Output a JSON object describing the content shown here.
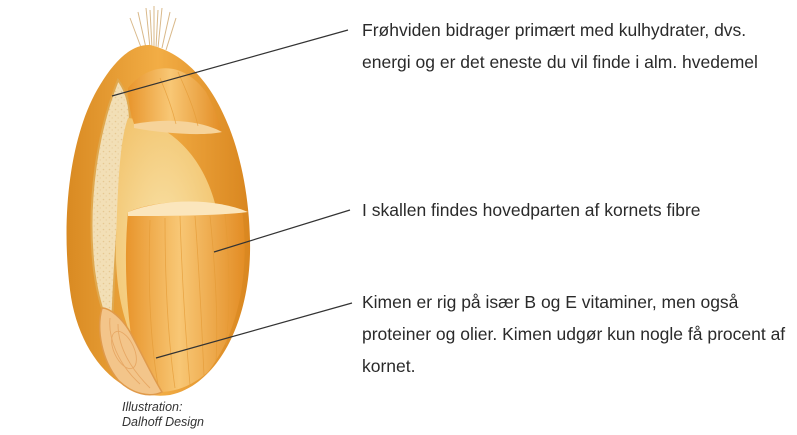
{
  "labels": {
    "endosperm": "Frøhviden bidrager primært med kulhydrater, dvs. energi og er det eneste du vil finde i alm. hvedemel",
    "bran": "I skallen findes hovedparten af kornets fibre",
    "germ": "Kimen er rig på især B og E vitaminer, men også proteiner og olier. Kimen udgør kun nogle få procent af kornet."
  },
  "credit": {
    "line1": "Illustration:",
    "line2": "Dalhoff Design"
  },
  "colors": {
    "leader_line": "#333333",
    "text": "#2a2a2a",
    "kernel_shell": "#e99a2e",
    "kernel_inner": "#f6ce86",
    "endosperm": "#f3dfb7",
    "germ": "#f0b978"
  }
}
